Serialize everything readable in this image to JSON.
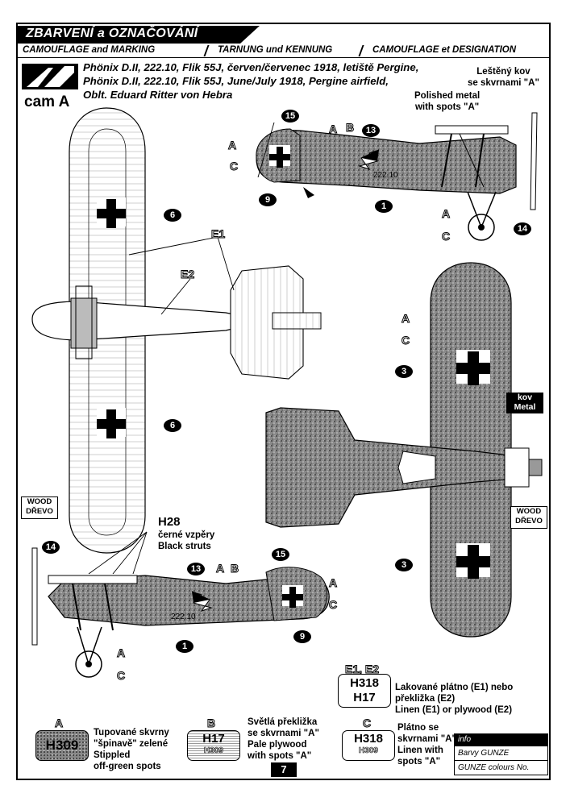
{
  "header": {
    "title": "ZBARVENÍ a OZNAČOVÁNÍ",
    "subtitle_en": "CAMOUFLAGE and MARKING",
    "subtitle_de": "TARNUNG und KENNUNG",
    "subtitle_fr": "CAMOUFLAGE et DESIGNATION",
    "scheme_label": "cam A"
  },
  "description": {
    "line_cz": "Phönix D.II, 222.10, Flik 55J, červen/červenec 1918, letiště Pergine,",
    "line_en": "Phönix D.II, 222.10, Flik 55J, June/July 1918, Pergine airfield,",
    "pilot": "Oblt. Eduard Ritter von Hebra"
  },
  "callouts": {
    "polished_cz_1": "Leštěný kov",
    "polished_cz_2": "se skvrnami \"A\"",
    "polished_en_1": "Polished metal",
    "polished_en_2": "with spots \"A\"",
    "kov": "kov",
    "metal": "Metal",
    "wood_en": "WOOD",
    "wood_cz": "DŘEVO",
    "struts_code": "H28",
    "struts_cz": "černé vzpěry",
    "struts_en": "Black struts",
    "serial": "222.10"
  },
  "markers": {
    "n1": "1",
    "n3": "3",
    "n6": "6",
    "n9": "9",
    "n13": "13",
    "n14": "14",
    "n15": "15",
    "la": "A",
    "lb": "B",
    "lc": "C",
    "e1": "E1",
    "e2": "E2"
  },
  "legend": {
    "e_label": "E1, E2",
    "e_code1": "H318",
    "e_code2": "H17",
    "e_text": [
      "Lakované plátno (E1) nebo",
      "překližka (E2)",
      "Linen (E1) or plywood (E2)"
    ],
    "a_label": "A",
    "a_code": "H309",
    "a_text": [
      "Tupované skvrny",
      "\"špinavě\" zelené",
      "Stippled",
      "off-green spots"
    ],
    "b_label": "B",
    "b_code": "H17",
    "b_sub": "H309",
    "b_text": [
      "Světlá překližka",
      "se skvrnami \"A\"",
      "Pale plywood",
      "with spots \"A\""
    ],
    "c_label": "C",
    "c_code": "H318",
    "c_sub": "H309",
    "c_text": [
      "Plátno se",
      "skvrnami \"A\"",
      "Linen with",
      "spots \"A\""
    ]
  },
  "info": {
    "head": "info",
    "row1": "Barvy GUNZE",
    "row2": "GUNZE colours No."
  },
  "page_number": "7"
}
